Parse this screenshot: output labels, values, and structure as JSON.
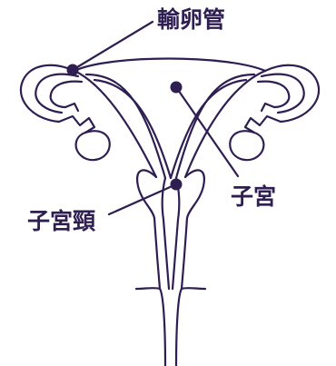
{
  "diagram": {
    "colors": {
      "stroke": "#2e1e52",
      "background": "#ffffff"
    },
    "labels": {
      "fallopian_tube": "輸卵管",
      "uterus": "子宮",
      "cervix": "子宮頸"
    }
  }
}
